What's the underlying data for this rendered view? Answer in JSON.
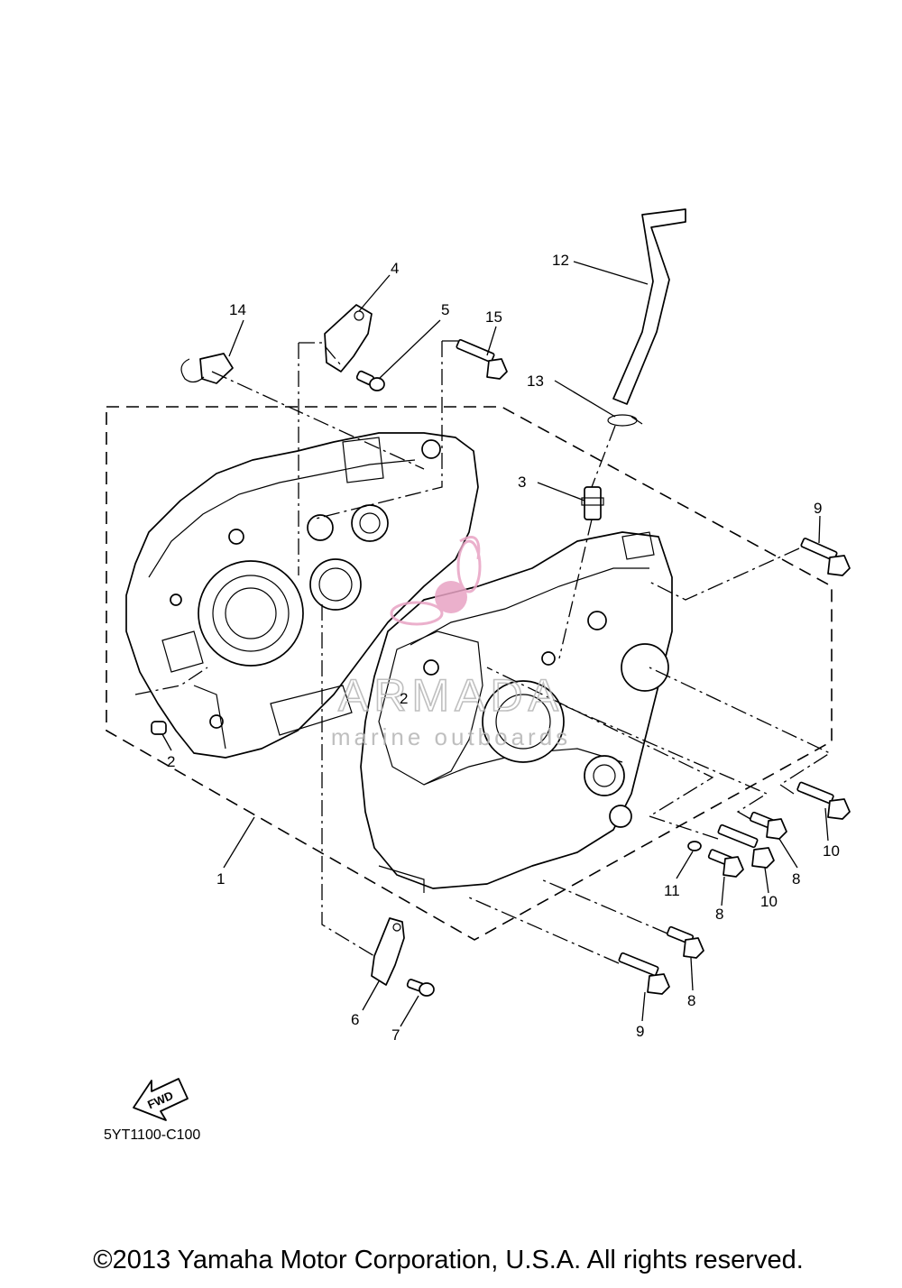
{
  "diagram": {
    "code": "5YT1100-C100",
    "fwd_label": "FWD",
    "callouts": [
      "1",
      "2",
      "2",
      "3",
      "4",
      "5",
      "6",
      "7",
      "8",
      "8",
      "8",
      "9",
      "9",
      "10",
      "10",
      "11",
      "12",
      "13",
      "14",
      "15"
    ]
  },
  "watermark": {
    "brand": "ARMADA",
    "tagline": "marine outboards",
    "color": "#e8a3c4"
  },
  "footer": {
    "copyright": "©2013 Yamaha Motor Corporation, U.S.A. All rights reserved."
  }
}
